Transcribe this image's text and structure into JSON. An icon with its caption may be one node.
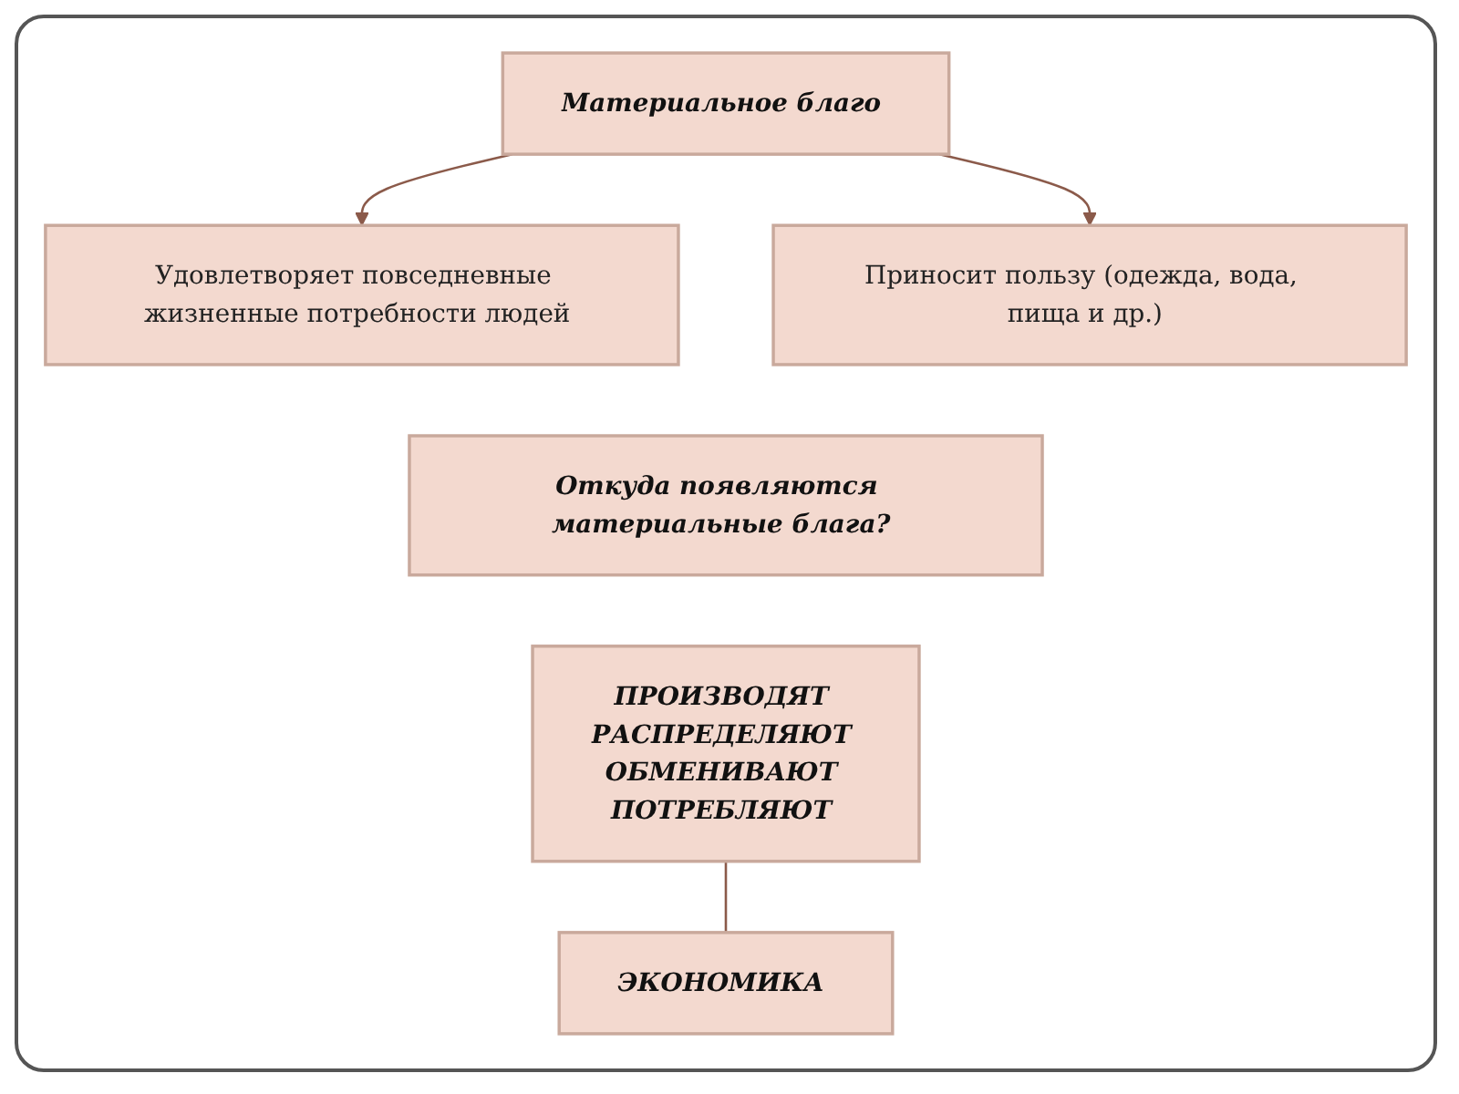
{
  "diagram": {
    "nodes": [
      {
        "text": [
          "Материальное благо"
        ]
      },
      {
        "text": [
          "Удовлетворяет повседневные жизненные потребности людей"
        ]
      },
      {
        "text": [
          "Приносит пользу (одежда, вода, пища и др.)"
        ]
      },
      {
        "text": [
          "Откуда появляются материальные блага?"
        ]
      },
      {
        "text": [
          "ПРОИЗВОДЯТ",
          "РАСПРЕДЕЛЯЮТ",
          "ОБМЕНИВАЮТ",
          "ПОТРЕБЛЯЮТ"
        ]
      },
      {
        "text": [
          "ЭКОНОМИКА"
        ]
      }
    ],
    "edges": [
      {
        "from": 0,
        "to": 1,
        "arrow": "to"
      },
      {
        "from": 0,
        "to": 2,
        "arrow": "to"
      },
      {
        "from": 4,
        "to": 5,
        "arrow": "none"
      }
    ]
  }
}
